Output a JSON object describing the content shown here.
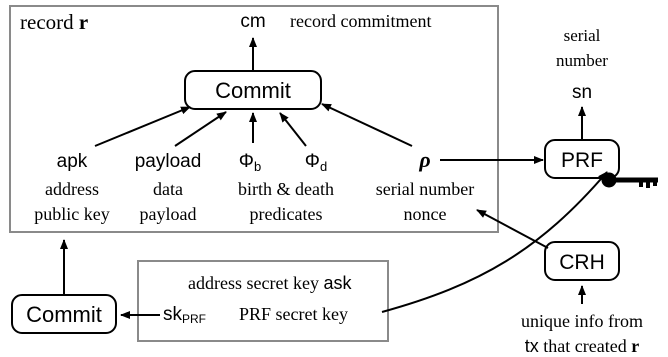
{
  "record_box": {
    "title_prefix": "record ",
    "title_var": "r",
    "cm": "cm",
    "cm_desc": "record commitment",
    "commit_label": "Commit",
    "fields": [
      {
        "symbol": "apk",
        "desc1": "address",
        "desc2": "public key"
      },
      {
        "symbol": "payload",
        "desc1": "data",
        "desc2": "payload"
      },
      {
        "symbol": "Φ",
        "sub": "b",
        "desc1": "birth & death",
        "desc2": "predicates"
      },
      {
        "symbol": "Φ",
        "sub": "d"
      },
      {
        "symbol": "ρ",
        "desc1": "serial number",
        "desc2": "nonce"
      }
    ]
  },
  "prf": {
    "label": "PRF",
    "out_desc1": "serial",
    "out_desc2": "number",
    "out_symbol": "sn"
  },
  "crh": {
    "label": "CRH",
    "desc1": "unique info from",
    "desc2_mono": "tx",
    "desc2_rest": " that created ",
    "desc2_var": "r"
  },
  "secret_box": {
    "line1_text": "address secret key ",
    "line1_symbol": "ask",
    "sk_symbol": "sk",
    "sk_sub": "PRF",
    "sk_desc": "PRF secret key"
  },
  "bottom_commit": {
    "label": "Commit"
  },
  "colors": {
    "box_border": "#8a8a8a",
    "ink": "#000000",
    "key": "#000000"
  }
}
